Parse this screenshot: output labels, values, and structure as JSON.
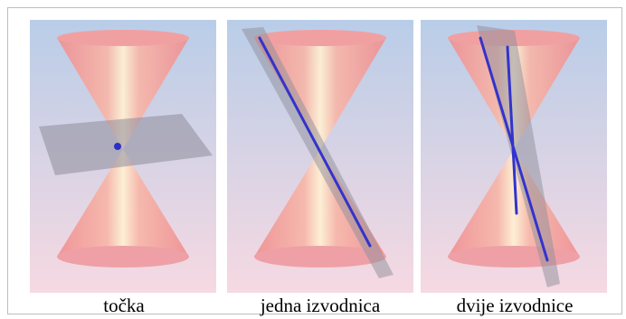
{
  "captions": [
    "točka",
    "jedna izvodnica",
    "dvije izvodnice"
  ],
  "colors": {
    "sky_top": "#b9cde8",
    "sky_bottom": "#f6d9e2",
    "cone_edge": "#ef8f92",
    "cone_light": "#fff1d3",
    "plane": "#8e8d9a",
    "line": "#3333cc"
  }
}
